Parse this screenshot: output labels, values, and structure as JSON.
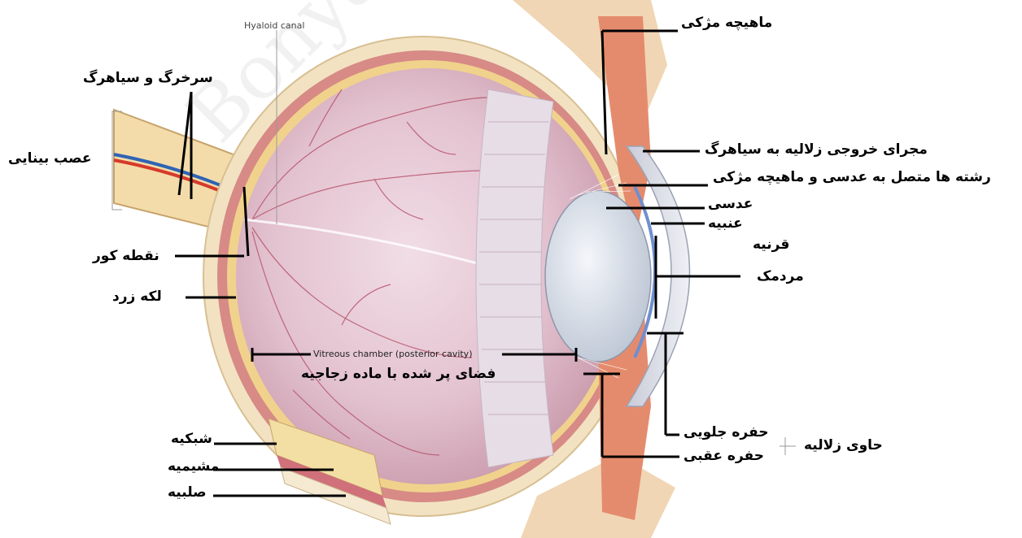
{
  "diagram": {
    "english_labels": {
      "hyaloid_canal": "Hyaloid canal",
      "vitreous_chamber": "Vitreous chamber (posterior cavity)"
    },
    "labels": {
      "ciliary_muscle": "ماهیچه مژکی",
      "artery_vein": "سرخرگ و سیاهرگ",
      "optic_nerve": "عصب بینایی",
      "aqueous_drain": "مجرای خروجی زلالیه به سیاهرگ",
      "zonular_fibers": "رشته ها متصل به عدسی و ماهیچه مژکی",
      "lens": "عدسی",
      "iris": "عنبیه",
      "cornea": "قرنیه",
      "pupil": "مردمک",
      "blind_spot": "نقطه کور",
      "macula": "لکه زرد",
      "vitreous_space": "فضای پر شده با ماده زجاجیه",
      "anterior_chamber": "حفره جلویی",
      "posterior_chamber": "حفره عقبی",
      "aqueous_container": "حاوی زلالیه",
      "retina": "شبکیه",
      "choroid": "مشیمیه",
      "sclera": "صلبیه"
    },
    "watermark": "Bonyan"
  }
}
